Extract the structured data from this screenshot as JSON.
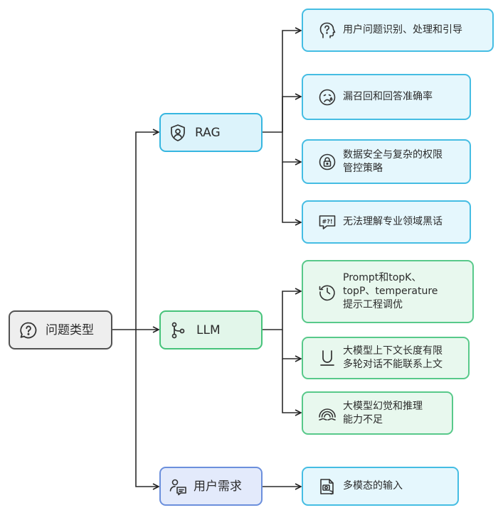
{
  "root": {
    "label": "问题类型",
    "icon": "question-bubble-icon",
    "color": "#525252"
  },
  "branches": [
    {
      "id": "rag",
      "label": "RAG",
      "icon": "shield-user-icon",
      "color": "#36b6e0",
      "children": [
        {
          "label": "用户问题识别、处理和引导",
          "icon": "head-question-icon"
        },
        {
          "label": "漏召回和回答准确率",
          "icon": "sad-face-icon"
        },
        {
          "label": "数据安全与复杂的权限\n管控策略",
          "icon": "lock-icon"
        },
        {
          "label": "无法理解专业领域黑话",
          "icon": "jargon-bubble-icon"
        }
      ]
    },
    {
      "id": "llm",
      "label": "LLM",
      "icon": "git-branch-icon",
      "color": "#46c37a",
      "children": [
        {
          "label": "Prompt和topK、\ntopP、temperature\n提示工程调优",
          "icon": "history-icon"
        },
        {
          "label": "大模型上下文长度有限\n多轮对话不能联系上文",
          "icon": "magnet-icon"
        },
        {
          "label": "大模型幻觉和推理\n能力不足",
          "icon": "rainbow-icon"
        }
      ]
    },
    {
      "id": "user",
      "label": "用户需求",
      "icon": "user-chat-icon",
      "color": "#6b8fdc",
      "children": [
        {
          "label": "多模态的输入",
          "icon": "image-attach-icon"
        }
      ]
    }
  ]
}
